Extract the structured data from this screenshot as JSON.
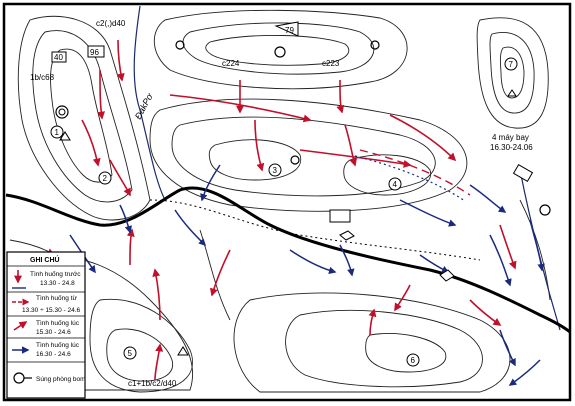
{
  "map": {
    "labels": {
      "c2d40": "c2(,)d40",
      "c1b68": "1b/c68",
      "n40": "40",
      "n96": "96",
      "river": "ĐakPơ",
      "c224": "c224",
      "c223": "c223",
      "n79": "79",
      "plane_time": "4 máy bay",
      "plane_range": "16.30-24.06",
      "bottom_unit": "c1+1b/c2/d40",
      "hill1": "1",
      "hill2": "2",
      "hill3": "3",
      "hill4": "4",
      "hill5": "5",
      "hill6": "6",
      "hill7": "7"
    },
    "legend": {
      "title": "GHI CHÚ",
      "items": [
        {
          "line1": "Tình huống trước",
          "line2": "13.30 - 24.8"
        },
        {
          "line1": "Tình huống từ",
          "line2": "13.30 ÷ 15.30 - 24.6"
        },
        {
          "line1": "Tình huống lúc",
          "line2": "15.30 - 24.6"
        },
        {
          "line1": "Tình huống lúc",
          "line2": "16.30 - 24.6"
        },
        {
          "line1": "Súng phòng bom",
          "line2": ""
        }
      ]
    },
    "colors": {
      "red": "#c0102a",
      "blue": "#1a2a7e",
      "ink": "#000000"
    }
  }
}
